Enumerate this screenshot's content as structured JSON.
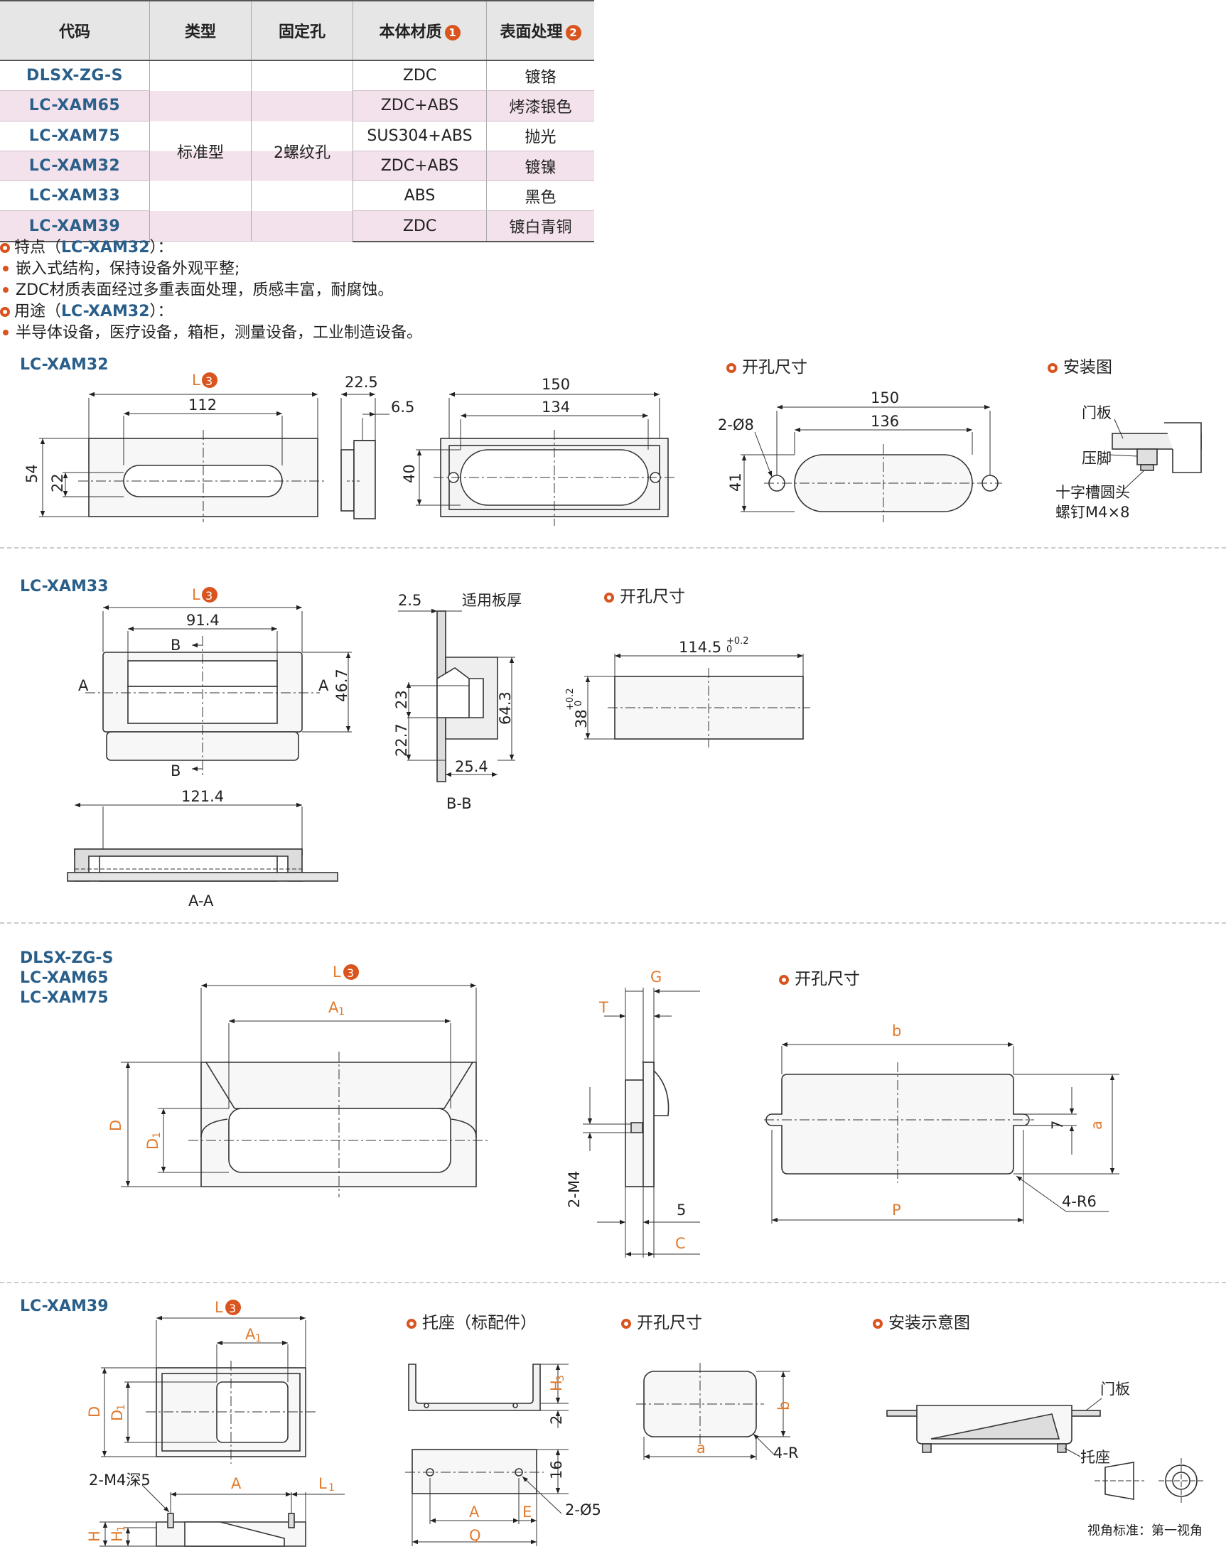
{
  "table": {
    "headers": [
      "代码",
      "类型",
      "固定孔",
      "本体材质",
      "表面处理"
    ],
    "header_badges": {
      "material": "1",
      "finish": "2"
    },
    "type_value": "标准型",
    "hole_value": "2螺纹孔",
    "rows": [
      {
        "code": "DLSX-ZG-S",
        "material": "ZDC",
        "finish": "镀铬"
      },
      {
        "code": "LC-XAM65",
        "material": "ZDC+ABS",
        "finish": "烤漆银色"
      },
      {
        "code": "LC-XAM75",
        "material": "SUS304+ABS",
        "finish": "抛光"
      },
      {
        "code": "LC-XAM32",
        "material": "ZDC+ABS",
        "finish": "镀镍"
      },
      {
        "code": "LC-XAM33",
        "material": "ABS",
        "finish": "黑色"
      },
      {
        "code": "LC-XAM39",
        "material": "ZDC",
        "finish": "镀白青铜"
      }
    ]
  },
  "features": {
    "feature_head_pre": "特点（",
    "feature_code": "LC-XAM32",
    "feature_head_post": "）：",
    "feature_items": [
      "嵌入式结构，保持设备外观平整;",
      "ZDC材质表面经过多重表面处理，质感丰富，耐腐蚀。"
    ],
    "use_head_pre": "用途（",
    "use_code": "LC-XAM32",
    "use_head_post": "）：",
    "use_items": [
      "半导体设备，医疗设备，箱柜，测量设备，工业制造设备。"
    ]
  },
  "sections": {
    "s1_title": "LC-XAM32",
    "s2_title": "LC-XAM33",
    "s3_titles": [
      "DLSX-ZG-S",
      "LC-XAM65",
      "LC-XAM75"
    ],
    "s4_title": "LC-XAM39"
  },
  "labels": {
    "cutout": "开孔尺寸",
    "install": "安装图",
    "bracket": "托座（标配件）",
    "install_diagram": "安装示意图",
    "door_plate": "门板",
    "press_foot": "压脚",
    "screw_1": "十字槽圆头",
    "screw_2": "螺钉M4×8",
    "plate_thickness": "适用板厚",
    "bracket_label": "托座",
    "view_standard": "视角标准：第一视角"
  },
  "dims": {
    "L": "L",
    "L_badge": "3",
    "s1_112": "112",
    "s1_54": "54",
    "s1_22": "22",
    "s1_22_5": "22.5",
    "s1_6_5": "6.5",
    "s1_150": "150",
    "s1_134": "134",
    "s1_40": "40",
    "s1_c150": "150",
    "s1_c136": "136",
    "s1_c41": "41",
    "s1_2d8": "2-Ø8",
    "s2_91_4": "91.4",
    "s2_A": "A",
    "s2_B": "B",
    "s2_46_7": "46.7",
    "s2_121_4": "121.4",
    "s2_AA": "A-A",
    "s2_2_5": "2.5",
    "s2_23": "23",
    "s2_22_7": "22.7",
    "s2_64_3": "64.3",
    "s2_25_4": "25.4",
    "s2_BB": "B-B",
    "s2_114_5": "114.5",
    "s2_tol_up": "+0.2",
    "s2_tol_lo": "0",
    "s2_38": "38",
    "s3_A1": "A",
    "s3_D": "D",
    "s3_D1": "D",
    "sub1": "1",
    "s3_G": "G",
    "s3_T": "T",
    "s3_2m4": "2-M4",
    "s3_5": "5",
    "s3_C": "C",
    "s3_b": "b",
    "s3_a": "a",
    "s3_7": "7",
    "s3_P": "P",
    "s3_4r6": "4-R6",
    "s4_A1": "A",
    "s4_D": "D",
    "s4_D1": "D",
    "s4_2m4": "2-M4深5",
    "s4_A": "A",
    "s4_L1": "L",
    "s4_H": "H",
    "s4_H1": "H",
    "s4_H3": "H",
    "sub3": "3",
    "s4_2": "2",
    "s4_16": "16",
    "s4_A2": "A",
    "s4_E": "E",
    "s4_Q": "Q",
    "s4_2d5": "2-Ø5",
    "s4_b": "b",
    "s4_a": "a",
    "s4_4R": "4-R"
  },
  "colors": {
    "accent": "#d9541e",
    "code_blue": "#2a5f8a",
    "row_pink": "#f3e1ec",
    "dim_orange": "#e07a2e"
  }
}
